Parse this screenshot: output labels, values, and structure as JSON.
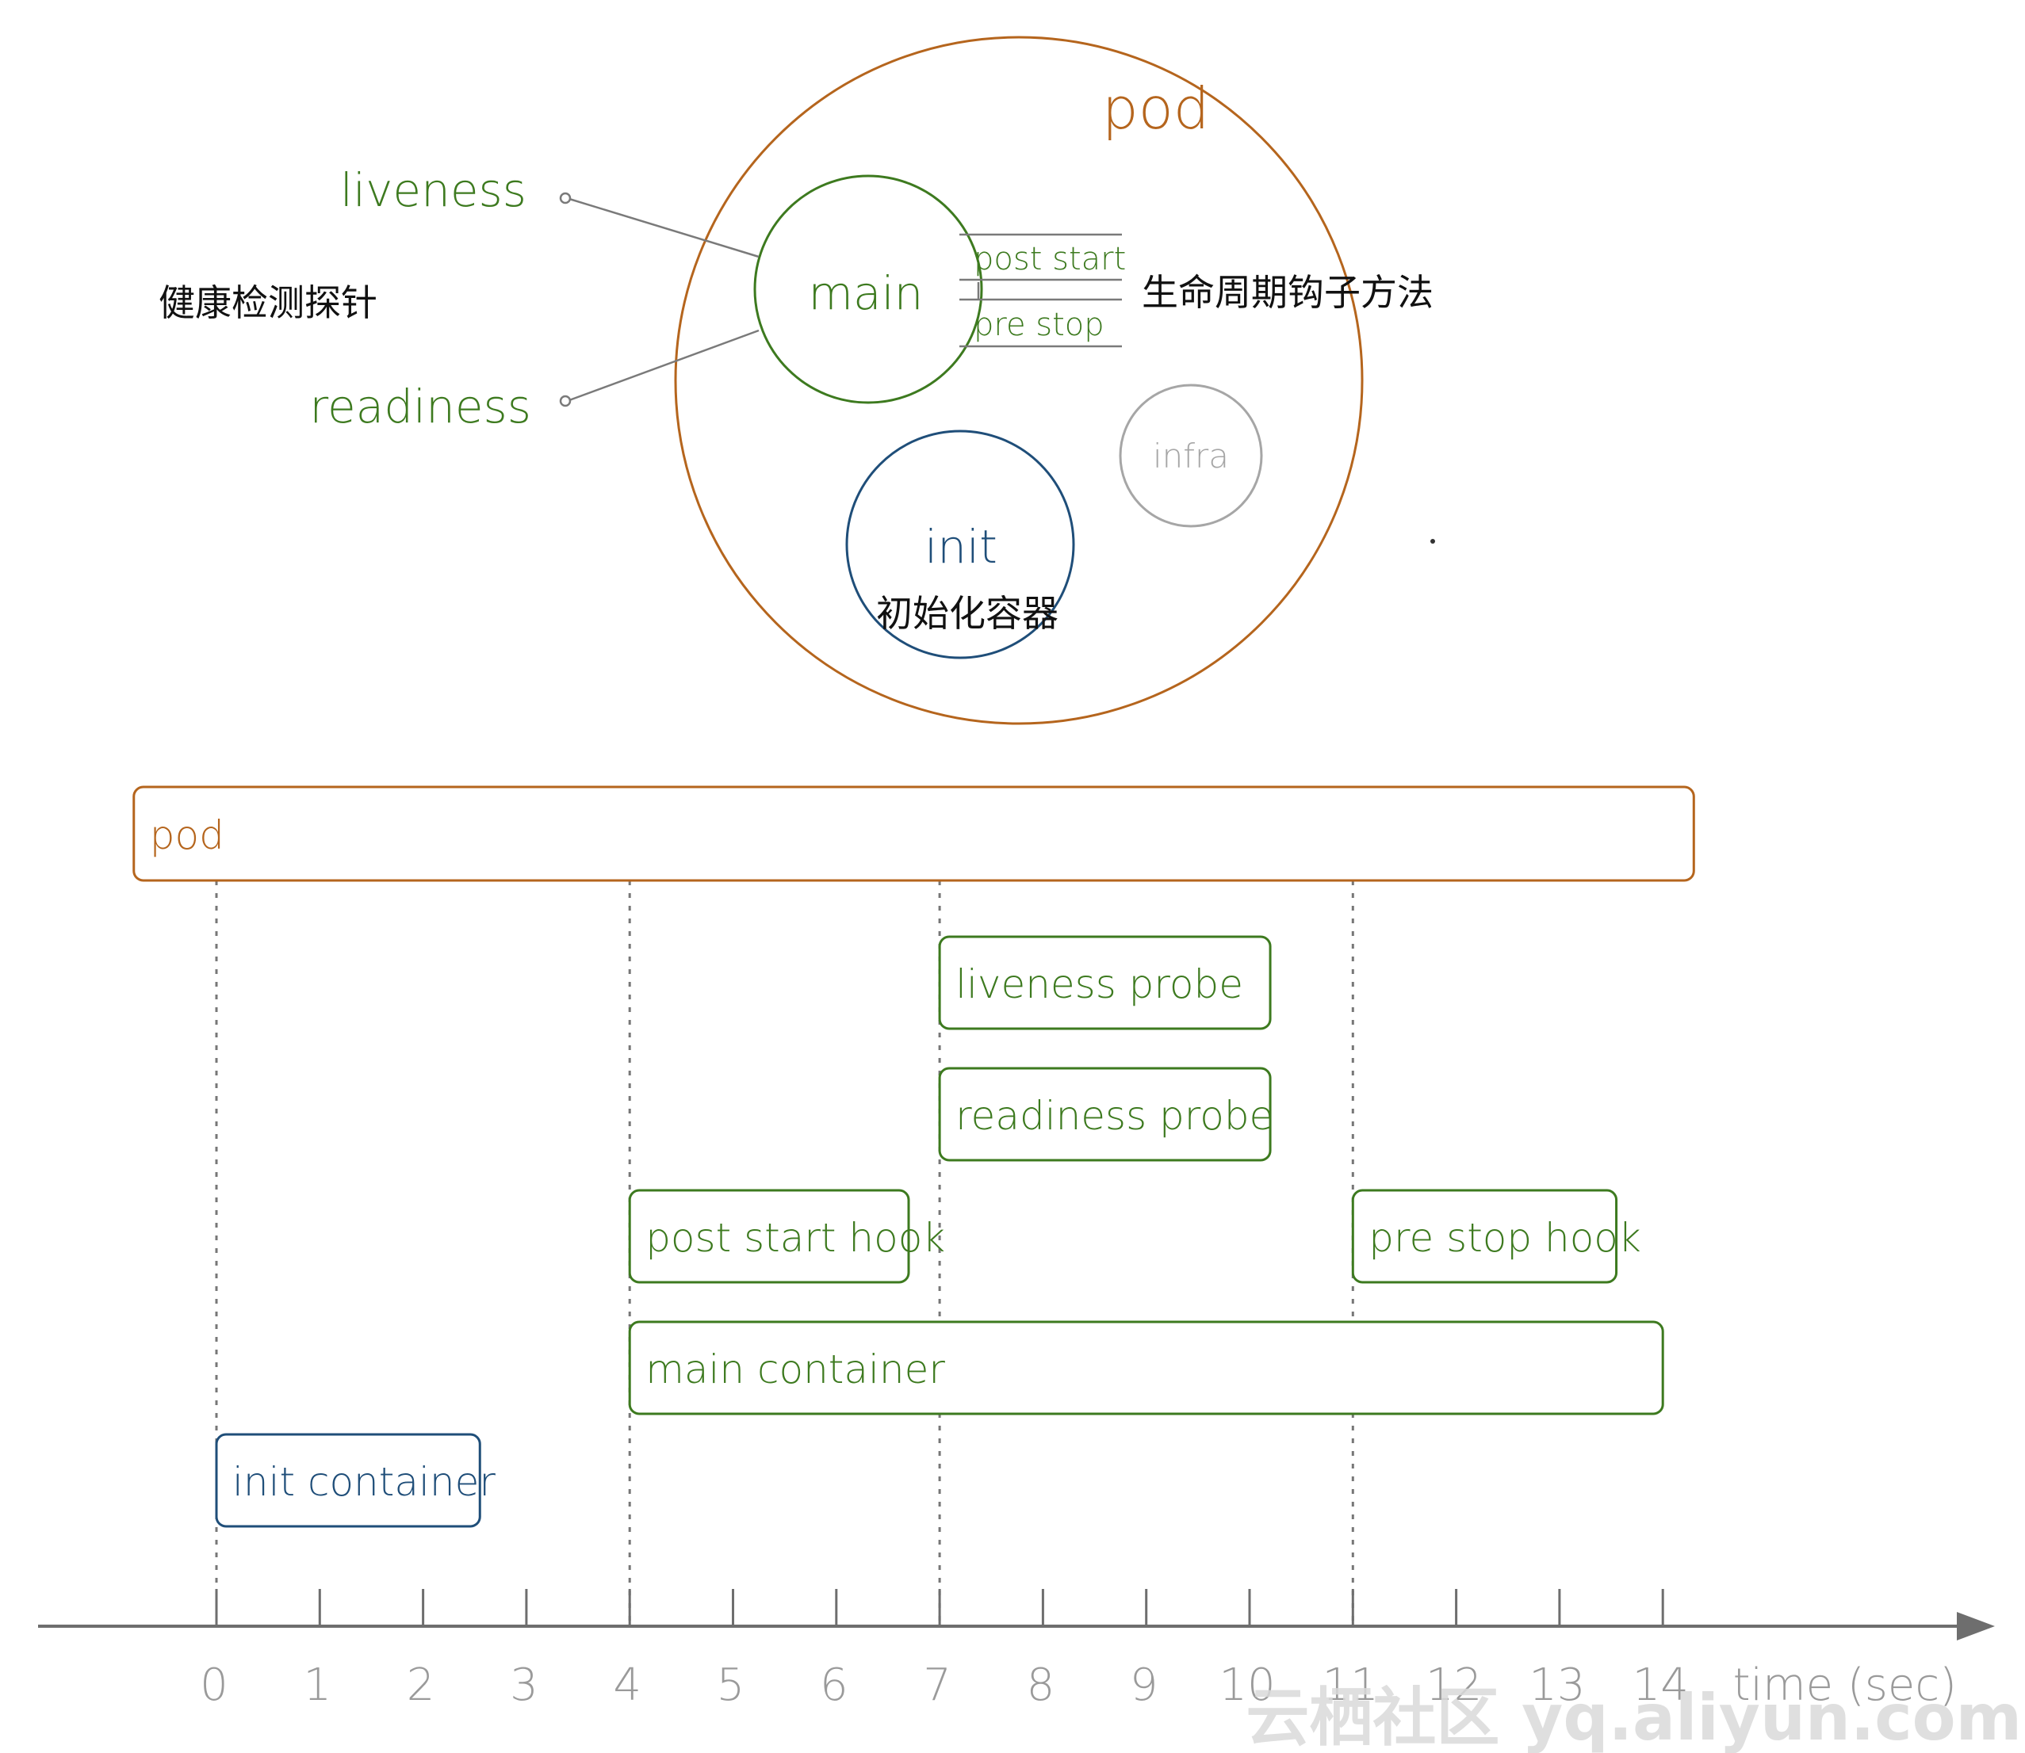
{
  "colors": {
    "pod": "#b5651d",
    "main": "#3d7a1f",
    "init": "#1f4e79",
    "infra": "#a6a6a6",
    "axis": "#6e6e6e",
    "text_black": "#111111",
    "watermark": "#d9d9d9"
  },
  "top": {
    "pod_label": "pod",
    "main_label": "main",
    "init_label": "init",
    "infra_label": "infra",
    "liveness_label": "liveness",
    "readiness_label": "readiness",
    "post_start_label": "post start",
    "pre_stop_label": "pre stop",
    "probe_cn": "健康检测探针",
    "hook_cn": "生命周期钩子方法",
    "init_cn": "初始化容器"
  },
  "timeline": {
    "axis_label": "time (sec)",
    "ticks": [
      "0",
      "1",
      "2",
      "3",
      "4",
      "5",
      "6",
      "7",
      "8",
      "9",
      "10",
      "11",
      "12",
      "13",
      "14"
    ],
    "bars": {
      "pod": {
        "label": "pod",
        "start": -0.8,
        "end": 14.3
      },
      "liveness": {
        "label": "liveness probe",
        "start": 7,
        "end": 10.2
      },
      "readiness": {
        "label": "readiness probe",
        "start": 7,
        "end": 10.2
      },
      "post_start": {
        "label": "post start hook",
        "start": 4,
        "end": 6.7
      },
      "pre_stop": {
        "label": "pre stop hook",
        "start": 11,
        "end": 13.55
      },
      "main": {
        "label": "main container",
        "start": 4,
        "end": 14
      },
      "init": {
        "label": "init container",
        "start": 0,
        "end": 2.55
      }
    },
    "dashed_at": [
      0,
      4,
      7,
      11
    ]
  },
  "watermark": "云栖社区 yq.aliyun.com"
}
